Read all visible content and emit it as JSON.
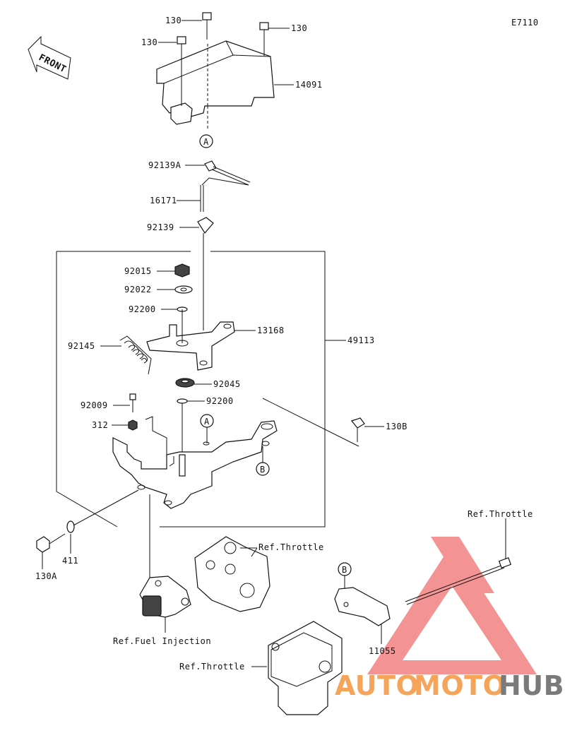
{
  "diagram_code": "E7110",
  "front_label": "FRONT",
  "parts": {
    "p130_top_left": "130",
    "p130_top_right": "130",
    "p130_mid_left": "130",
    "p14091": "14091",
    "p92139A": "92139A",
    "p16171": "16171",
    "p92139": "92139",
    "p92015": "92015",
    "p92022": "92022",
    "p92200_upper": "92200",
    "p13168": "13168",
    "p92145": "92145",
    "p92045": "92045",
    "p49113": "49113",
    "p92009": "92009",
    "p92200_lower": "92200",
    "p312": "312",
    "p130B": "130B",
    "p130A": "130A",
    "p411": "411",
    "p11055": "11055"
  },
  "refs": {
    "throttle_top": "Ref.Throttle",
    "throttle_mid": "Ref.Throttle",
    "fuel_injection": "Ref.Fuel Injection",
    "throttle_bottom": "Ref.Throttle"
  },
  "callouts": {
    "a_upper": "A",
    "a_lower": "A",
    "b_mid": "B",
    "b_lower": "B"
  },
  "watermark": {
    "brand_part1": "AUTO",
    "brand_part2": "MOTO",
    "brand_part3": "HUB",
    "colors": {
      "red": "#f6a45a",
      "grey": "#7a7a7a",
      "logo": "#f07070"
    }
  }
}
